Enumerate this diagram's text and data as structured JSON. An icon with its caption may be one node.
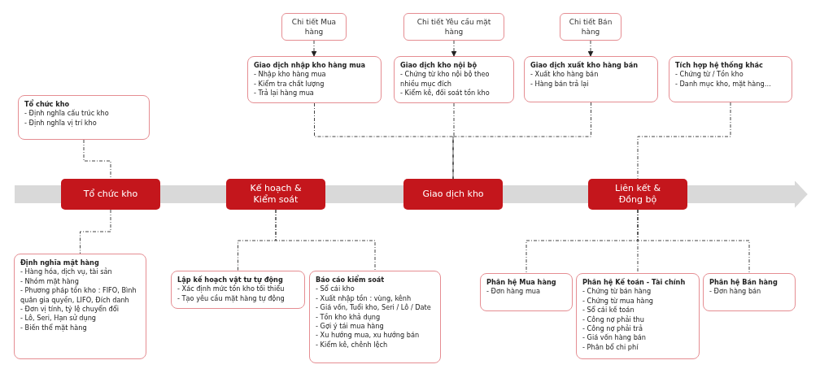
{
  "diagram": {
    "nodes": [
      {
        "text": [
          "Chi tiết Mua hàng"
        ]
      },
      {
        "text": [
          "Chi tiết Yêu cầu mặt hàng"
        ]
      },
      {
        "text": [
          "Chi tiết Bán hàng"
        ]
      },
      {
        "text": [
          "Giao dịch nhập kho hàng mua",
          "- Nhập kho hàng mua",
          "- Kiểm tra chất lượng",
          "- Trả lại hàng mua"
        ]
      },
      {
        "text": [
          "Giao dịch kho nội bộ",
          "- Chứng từ kho nội bộ theo nhiều mục đích",
          "- Kiểm kê, đối soát tồn kho"
        ]
      },
      {
        "text": [
          "Giao dịch xuất kho hàng bán",
          "- Xuất kho hàng bán",
          "- Hàng bán trả lại"
        ]
      },
      {
        "text": [
          "Tích hợp hệ thống khác",
          "- Chứng từ / Tồn kho",
          "- Danh mục kho, mặt hàng…"
        ]
      },
      {
        "text": [
          "Tổ chức kho",
          "- Định nghĩa cấu trúc kho",
          "- Định nghĩa vị trí kho"
        ]
      },
      {
        "text": [
          "Tổ chức kho"
        ]
      },
      {
        "text": [
          "Kế hoạch & Kiểm soát"
        ]
      },
      {
        "text": [
          "Giao dịch kho"
        ]
      },
      {
        "text": [
          "Liên kết & Đồng bộ"
        ]
      },
      {
        "text": [
          "Định nghĩa mặt hàng",
          "- Hàng hóa, dịch vụ, tài sản",
          "- Nhóm mặt hàng",
          "- Phương pháp tồn kho : FIFO, Bình quân gia quyền, LIFO, Đích danh",
          "- Đơn vị tính, tỷ lệ chuyển đổi",
          "- Lô, Seri, Hạn sử dụng",
          "- Biến thể mặt hàng"
        ]
      },
      {
        "text": [
          "Lập kế hoạch vật tư tự động",
          "- Xác định mức tồn kho tối thiểu",
          "- Tạo yêu cầu mặt hàng tự động"
        ]
      },
      {
        "text": [
          "Báo cáo kiểm soát",
          "- Sổ cái kho",
          "- Xuất nhập tồn : vùng, kênh",
          "- Giá vốn, Tuổi kho, Seri / Lô / Date",
          "- Tồn kho khả dụng",
          "- Gợi ý tái mua hàng",
          "- Xu hướng mua, xu hướng bán",
          "- Kiểm kê, chênh lệch"
        ]
      },
      {
        "text": [
          "Phân hệ Mua hàng",
          "- Đơn hàng mua"
        ]
      },
      {
        "text": [
          "Phân hệ Kế toán - Tài chính",
          "- Chứng từ bán hàng",
          "- Chứng từ mua hàng",
          "- Sổ cái kế toán",
          "- Công nợ phải thu",
          "- Công nợ phải trả",
          "- Giá vốn hàng bán",
          "- Phân bổ chi phí"
        ]
      },
      {
        "text": [
          "Phân hệ Bán hàng",
          "- Đơn hàng bán"
        ]
      }
    ],
    "edges": [
      {
        "from": 0,
        "to": 3,
        "arrow": "to",
        "style": "dashed"
      },
      {
        "from": 1,
        "to": 4,
        "arrow": "to",
        "style": "dashed"
      },
      {
        "from": 2,
        "to": 5,
        "arrow": "to",
        "style": "dashed"
      },
      {
        "from": 3,
        "to": 10,
        "arrow": "none",
        "style": "dashed"
      },
      {
        "from": 4,
        "to": 10,
        "arrow": "none",
        "style": "dashed"
      },
      {
        "from": 5,
        "to": 10,
        "arrow": "none",
        "style": "dashed"
      },
      {
        "from": 6,
        "to": 11,
        "arrow": "none",
        "style": "dashed"
      },
      {
        "from": 7,
        "to": 8,
        "arrow": "none",
        "style": "dashed"
      },
      {
        "from": 8,
        "to": 12,
        "arrow": "none",
        "style": "dashed"
      },
      {
        "from": 9,
        "to": 13,
        "arrow": "none",
        "style": "dashed"
      },
      {
        "from": 9,
        "to": 14,
        "arrow": "none",
        "style": "dashed"
      },
      {
        "from": 11,
        "to": 15,
        "arrow": "none",
        "style": "dashed"
      },
      {
        "from": 11,
        "to": 16,
        "arrow": "none",
        "style": "dashed"
      },
      {
        "from": 11,
        "to": 17,
        "arrow": "none",
        "style": "dashed"
      },
      {
        "from": null,
        "to": 8,
        "arrow": "none",
        "style": "thick",
        "color": "#d9d9d9"
      },
      {
        "from": 8,
        "to": 9,
        "arrow": "none",
        "style": "thick",
        "color": "#d9d9d9"
      },
      {
        "from": 9,
        "to": 10,
        "arrow": "none",
        "style": "thick",
        "color": "#d9d9d9"
      },
      {
        "from": 10,
        "to": 11,
        "arrow": "none",
        "style": "thick",
        "color": "#d9d9d9"
      },
      {
        "from": 11,
        "to": null,
        "arrow": "to",
        "style": "thick",
        "color": "#d9d9d9"
      }
    ]
  }
}
